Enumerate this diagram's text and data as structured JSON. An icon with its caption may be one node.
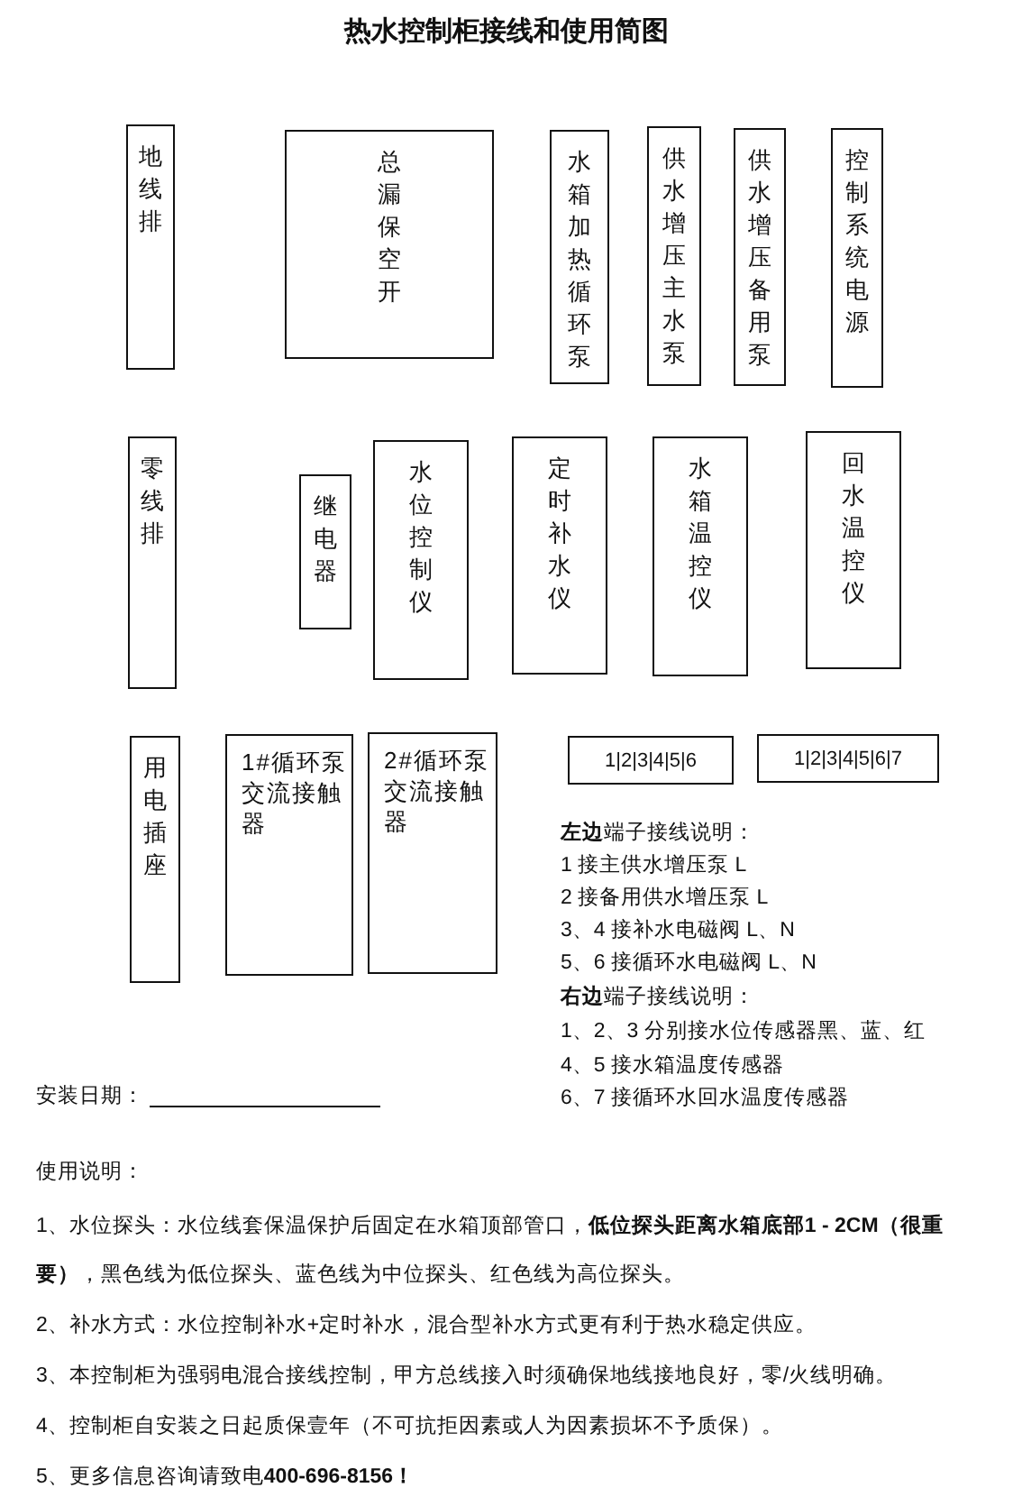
{
  "diagram": {
    "title": "热水控制柜接线和使用简图",
    "nodes": [
      {
        "text": [
          "地线排"
        ]
      },
      {
        "text": [
          "总漏保空开"
        ]
      },
      {
        "text": [
          "水箱加热循环泵"
        ]
      },
      {
        "text": [
          "供水增压主水泵"
        ]
      },
      {
        "text": [
          "供水增压备用泵"
        ]
      },
      {
        "text": [
          "控制系统电源"
        ]
      },
      {
        "text": [
          "零线排"
        ]
      },
      {
        "text": [
          "继电器"
        ]
      },
      {
        "text": [
          "水位控制仪"
        ]
      },
      {
        "text": [
          "定时补水仪"
        ]
      },
      {
        "text": [
          "水箱温控仪"
        ]
      },
      {
        "text": [
          "回水温控仪"
        ]
      },
      {
        "text": [
          "用电插座"
        ]
      },
      {
        "text": [
          "1#循环泵交流接触器"
        ]
      },
      {
        "text": [
          "2#循环泵交流接触器"
        ]
      },
      {
        "text": [
          "1|2|3|4|5|6"
        ]
      },
      {
        "text": [
          "1|2|3|4|5|6|7"
        ]
      }
    ],
    "labels": [
      "**左边**端子接线说明：",
      "1 接主供水增压泵 L",
      "2 接备用供水增压泵 L",
      "3、4 接补水电磁阀 L、N",
      "5、6 接循环水电磁阀 L、N",
      "**右边**端子接线说明：",
      "1、2、3 分别接水位传感器黑、蓝、红",
      "4、5 接水箱温度传感器",
      "6、7 接循环水回水温度传感器",
      "安装日期：",
      "使用说明：",
      "1、水位探头：水位线套保温保护后固定在水箱顶部管口，**低位探头距离水箱底部1 - 2CM（很重要）**，黑色线为低位探头、蓝色线为中位探头、红色线为高位探头。",
      "2、补水方式：水位控制补水+定时补水，混合型补水方式更有利于热水稳定供应。",
      "3、本控制柜为强弱电混合接线控制，甲方总线接入时须确保地线接地良好，零/火线明确。",
      "4、控制柜自安装之日起质保壹年（不可抗拒因素或人为因素损坏不予质保）。",
      "5、更多信息咨询请致电**400-696-8156！**"
    ]
  }
}
